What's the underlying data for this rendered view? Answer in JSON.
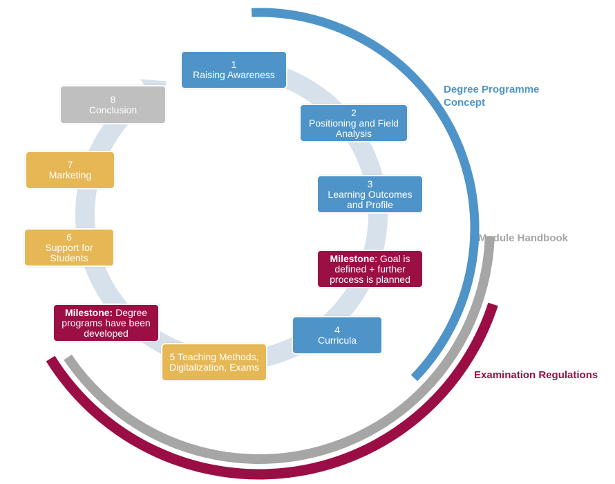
{
  "colors": {
    "blue": "#4e94c8",
    "gold": "#e5b755",
    "grey": "#bfbfbf",
    "maroon": "#9b0f44",
    "ring": "#d6e1ec",
    "module_arc": "#a6a6a6"
  },
  "steps": [
    {
      "num": "1",
      "label": "Raising Awareness"
    },
    {
      "num": "2",
      "label": "Positioning and Field Analysis"
    },
    {
      "num": "3",
      "label": "Learning Outcomes and Profile"
    },
    {
      "num": "4",
      "label": "Curricula"
    },
    {
      "num": "5",
      "label": "Teaching Methods, Digitalization, Exams"
    },
    {
      "num": "6",
      "label": "Support for Students"
    },
    {
      "num": "7",
      "label": "Marketing"
    },
    {
      "num": "8",
      "label": "Conclusion"
    }
  ],
  "milestones": [
    {
      "bold": "Milestone",
      "text": ": Goal is defined + further process is planned"
    },
    {
      "bold": "Milestone:",
      "text": " Degree programs have been developed"
    }
  ],
  "arc_labels": {
    "degree": "Degree Programme Concept",
    "module": "Module Handbook",
    "exam": "Examination Regulations"
  }
}
